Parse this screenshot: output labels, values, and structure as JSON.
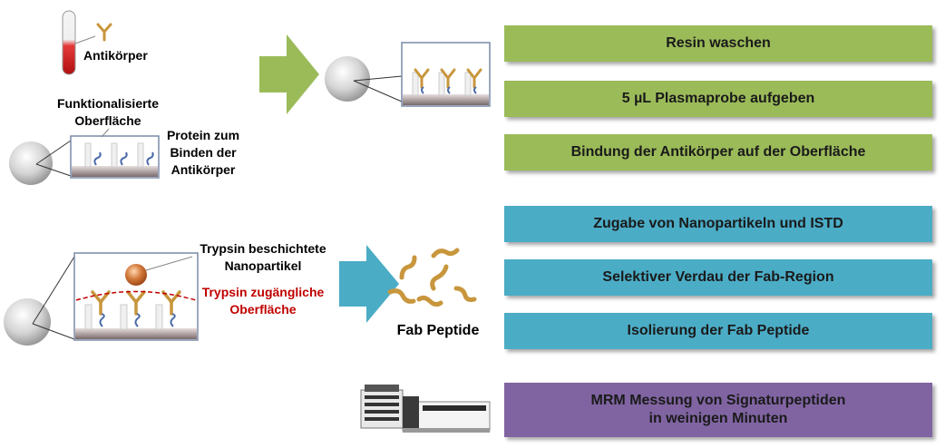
{
  "labels": {
    "antibody": "Antikörper",
    "surface_line1": "Funktionalisierte",
    "surface_line2": "Oberfläche",
    "protein_line1": "Protein zum",
    "protein_line2": "Binden der",
    "protein_line3": "Antikörper",
    "trypsin_np_line1": "Trypsin beschichtete",
    "trypsin_np_line2": "Nanopartikel",
    "trypsin_surface_line1": "Trypsin zugängliche",
    "trypsin_surface_line2": "Oberfläche",
    "fab_peptide": "Fab Peptide"
  },
  "steps": [
    {
      "text": "Resin waschen",
      "color": "#9bbb59"
    },
    {
      "text": "5 µL Plasmaprobe aufgeben",
      "color": "#9bbb59"
    },
    {
      "text": "Bindung der Antikörper auf der Oberfläche",
      "color": "#9bbb59"
    },
    {
      "text": "Zugabe von Nanopartikeln und ISTD",
      "color": "#4bacc6"
    },
    {
      "text": "Selektiver Verdau der Fab-Region",
      "color": "#4bacc6"
    },
    {
      "text": "Isolierung der Fab Peptide",
      "color": "#4bacc6"
    },
    {
      "text_line1": "MRM Messung von Signaturpeptiden",
      "text_line2": "in weinigen Minuten",
      "color": "#8064a2"
    }
  ],
  "colors": {
    "arrow_green": "#9bbb59",
    "arrow_teal": "#4bacc6",
    "antibody": "#c8963c",
    "trypsin_label": "#c00000"
  }
}
